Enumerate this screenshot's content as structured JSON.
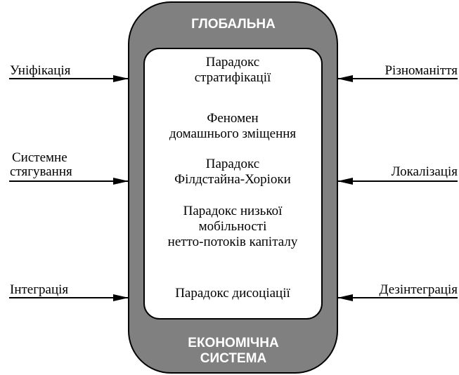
{
  "colors": {
    "outer_fill": "#808080",
    "outer_stroke": "#000000",
    "inner_fill": "#ffffff",
    "header_text": "#ffffff",
    "line": "#000000"
  },
  "diagram": {
    "top_label": "ГЛОБАЛЬНА",
    "bottom_label_line1": "ЕКОНОМІЧНА",
    "bottom_label_line2": "СИСТЕМА",
    "paradoxes": [
      {
        "line1": "Парадокс",
        "line2": "стратифікації",
        "line3": ""
      },
      {
        "line1": "Феномен",
        "line2": "домашнього зміщення",
        "line3": ""
      },
      {
        "line1": "Парадокс",
        "line2": "Філдстайна-Хоріоки",
        "line3": ""
      },
      {
        "line1": "Парадокс низької",
        "line2": "мобільності",
        "line3": "нетто-потоків капіталу"
      },
      {
        "line1": "Парадокс дисоціації",
        "line2": "",
        "line3": ""
      }
    ],
    "left_forces": [
      {
        "line1": "Уніфікація",
        "line2": ""
      },
      {
        "line1": "Системне",
        "line2": "стягування"
      },
      {
        "line1": "Інтеграція",
        "line2": ""
      }
    ],
    "right_forces": [
      {
        "line1": "Різноманіття"
      },
      {
        "line1": "Локалізація"
      },
      {
        "line1": "Дезінтеграція"
      }
    ]
  }
}
